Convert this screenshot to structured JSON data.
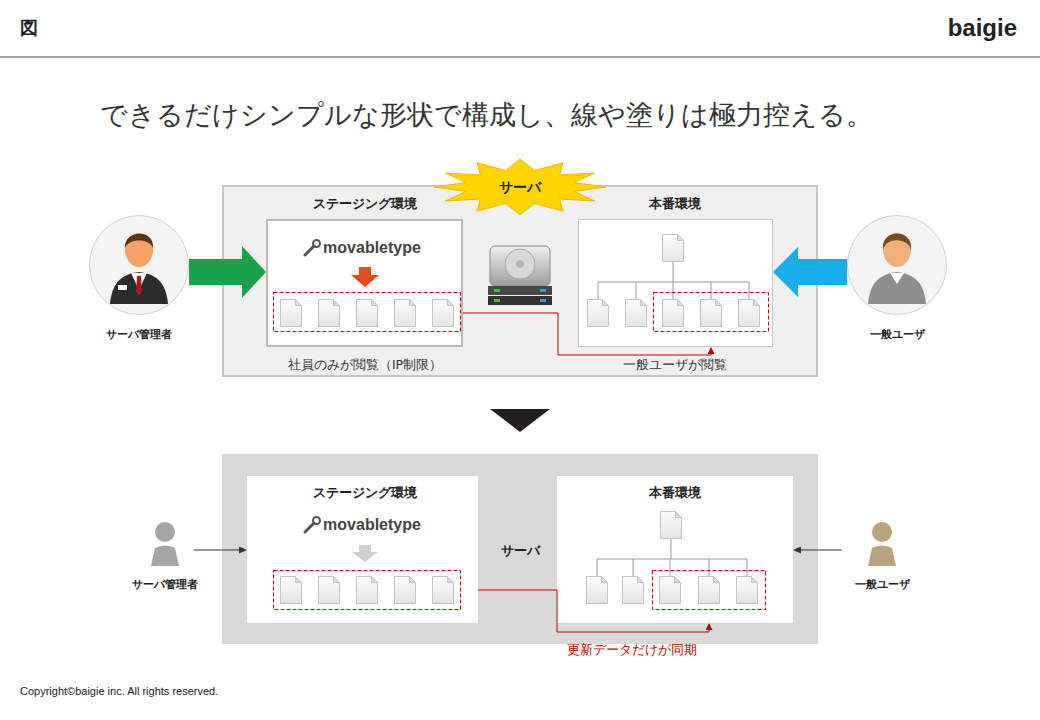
{
  "diagram": {
    "title": "できるだけシンプルな形状で構成し、線や塗りは極力控える。",
    "nodes": [
      {
        "text": [
          "サーバ管理者"
        ]
      },
      {
        "text": [
          "サーバ"
        ]
      },
      {
        "text": [
          "ステージング環境",
          "社員のみが閲覧（IP制限）"
        ],
        "in": 1
      },
      {
        "text": [
          "本番環境",
          "一般ユーザが閲覧"
        ],
        "in": 1
      },
      {
        "text": [
          "一般ユーザ"
        ]
      },
      {
        "text": [
          "サーバ管理者"
        ]
      },
      {
        "text": [
          "サーバ"
        ]
      },
      {
        "text": [
          "ステージング環境"
        ],
        "in": 6
      },
      {
        "text": [
          "本番環境"
        ],
        "in": 6
      },
      {
        "text": [
          "一般ユーザ"
        ]
      }
    ],
    "edges": [
      {
        "from": 0,
        "to": 2,
        "arrow": "to"
      },
      {
        "from": 4,
        "to": 3,
        "arrow": "to"
      },
      {
        "from": 2,
        "to": 3,
        "arrow": "to"
      },
      {
        "from": 5,
        "to": 7,
        "arrow": "to"
      },
      {
        "from": 9,
        "to": 8,
        "arrow": "to"
      },
      {
        "from": 7,
        "to": 8,
        "label": "更新データだけが同期",
        "arrow": "to"
      }
    ],
    "labels": [
      "図",
      "baigie",
      "movabletype",
      "movabletype",
      "Copyright©baigie inc. All rights reserved."
    ]
  }
}
